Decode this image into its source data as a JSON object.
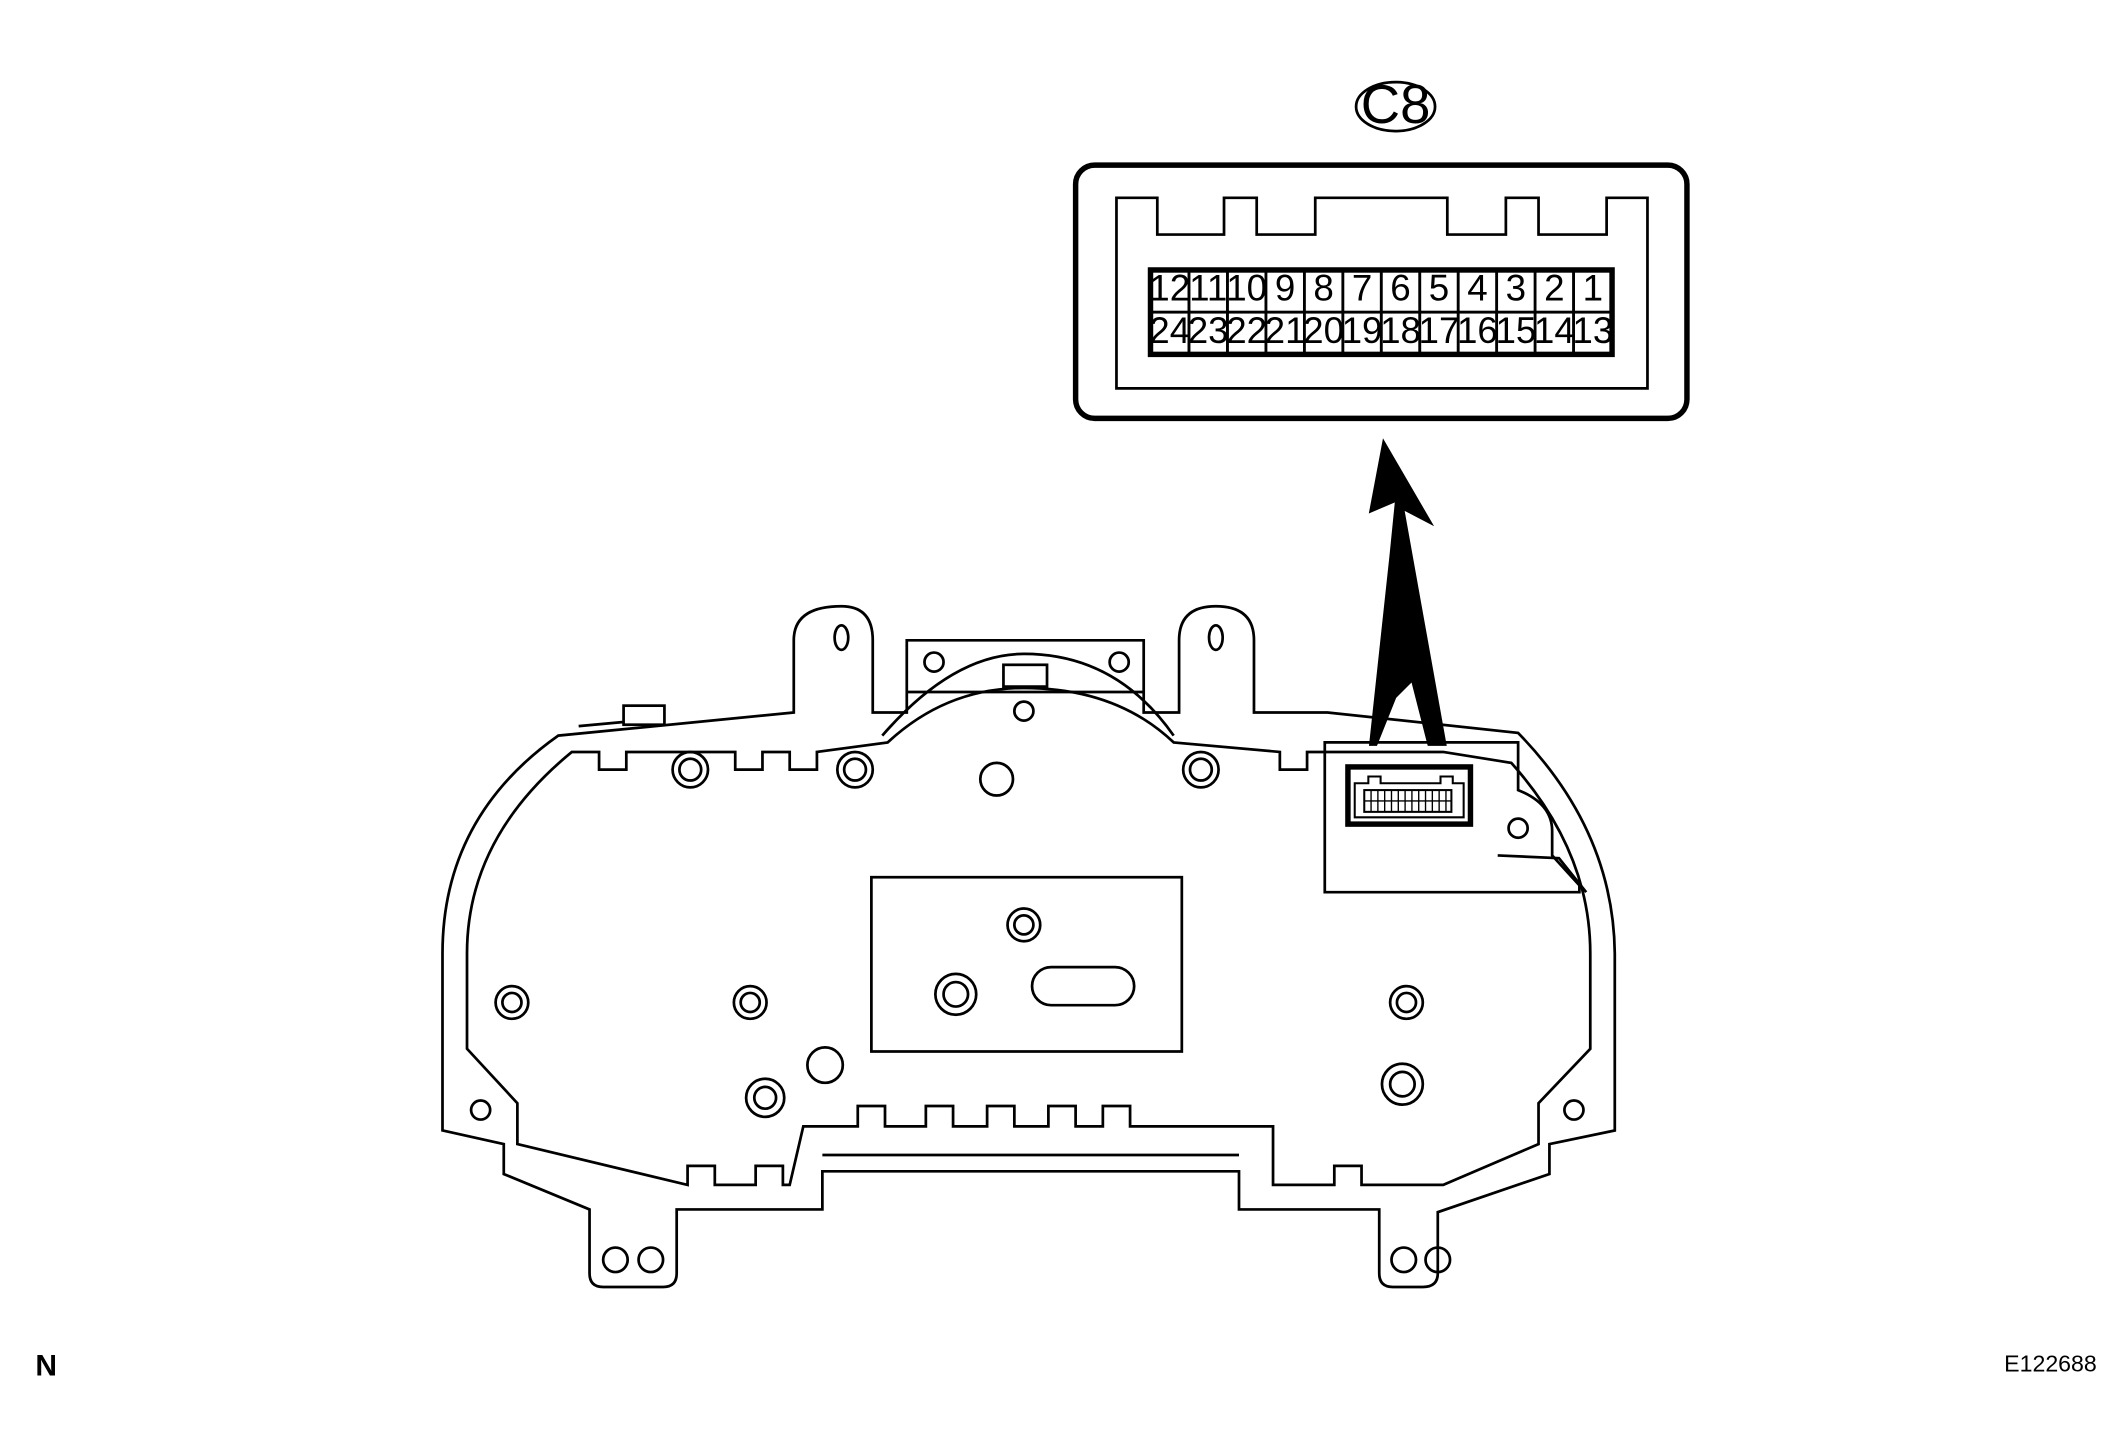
{
  "connector": {
    "label": "C8",
    "top_row": [
      "12",
      "11",
      "10",
      "9",
      "8",
      "7",
      "6",
      "5",
      "4",
      "3",
      "2",
      "1"
    ],
    "bottom_row": [
      "24",
      "23",
      "22",
      "21",
      "20",
      "19",
      "18",
      "17",
      "16",
      "15",
      "14",
      "13"
    ]
  },
  "footer": {
    "left_mark": "N",
    "figure_id": "E122688"
  }
}
